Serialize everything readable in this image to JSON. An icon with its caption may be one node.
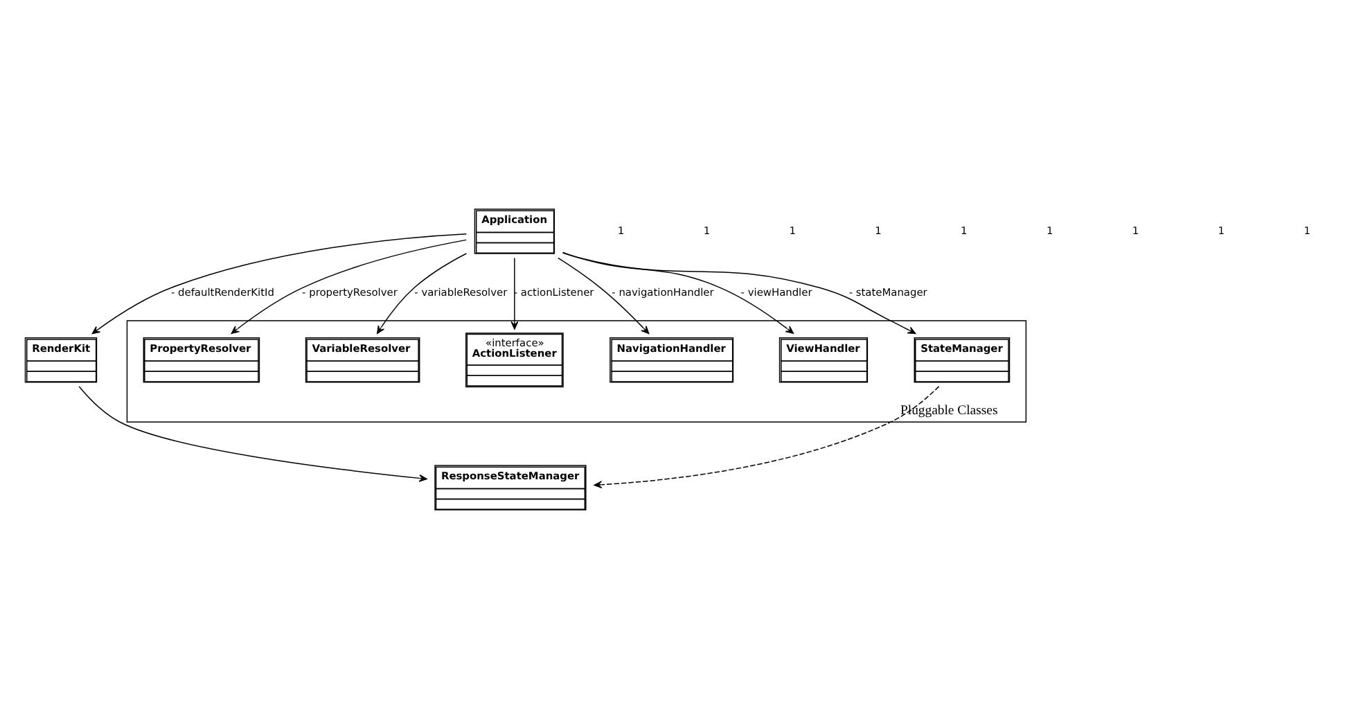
{
  "diagram": {
    "nodes": [
      {
        "text": [
          "Application"
        ]
      },
      {
        "text": [
          "RenderKit"
        ]
      },
      {
        "text": [
          "ResponseStateManager"
        ]
      },
      {
        "text": [
          "Pluggable Classes"
        ]
      },
      {
        "text": [
          "PropertyResolver"
        ],
        "in": 3
      },
      {
        "text": [
          "VariableResolver"
        ],
        "in": 3
      },
      {
        "text": [
          "«interface»",
          "ActionListener"
        ],
        "in": 3
      },
      {
        "text": [
          "NavigationHandler"
        ],
        "in": 3
      },
      {
        "text": [
          "ViewHandler"
        ],
        "in": 3
      },
      {
        "text": [
          "StateManager"
        ],
        "in": 3
      }
    ],
    "edges": [
      {
        "from": 0,
        "to": 1,
        "arrow": "to",
        "label": "- defaultRenderKitId"
      },
      {
        "from": 1,
        "to": 2,
        "arrow": "to"
      },
      {
        "from": 0,
        "to": 4,
        "arrow": "to",
        "label": "- propertyResolver"
      },
      {
        "from": 0,
        "to": 5,
        "arrow": "to",
        "label": "- variableResolver"
      },
      {
        "from": 0,
        "to": 6,
        "arrow": "to",
        "label": "- actionListener"
      },
      {
        "from": 0,
        "to": 7,
        "arrow": "to",
        "label": "- navigationHandler"
      },
      {
        "from": 0,
        "to": 8,
        "arrow": "to",
        "label": "- viewHandler"
      },
      {
        "from": 0,
        "to": 9,
        "arrow": "to",
        "label": "- stateManager"
      },
      {
        "from": 9,
        "to": 2,
        "arrow": "to",
        "style": "dashed"
      }
    ],
    "labels": [
      "1",
      "1",
      "1",
      "1",
      "1",
      "1",
      "1",
      "1",
      "1"
    ]
  }
}
